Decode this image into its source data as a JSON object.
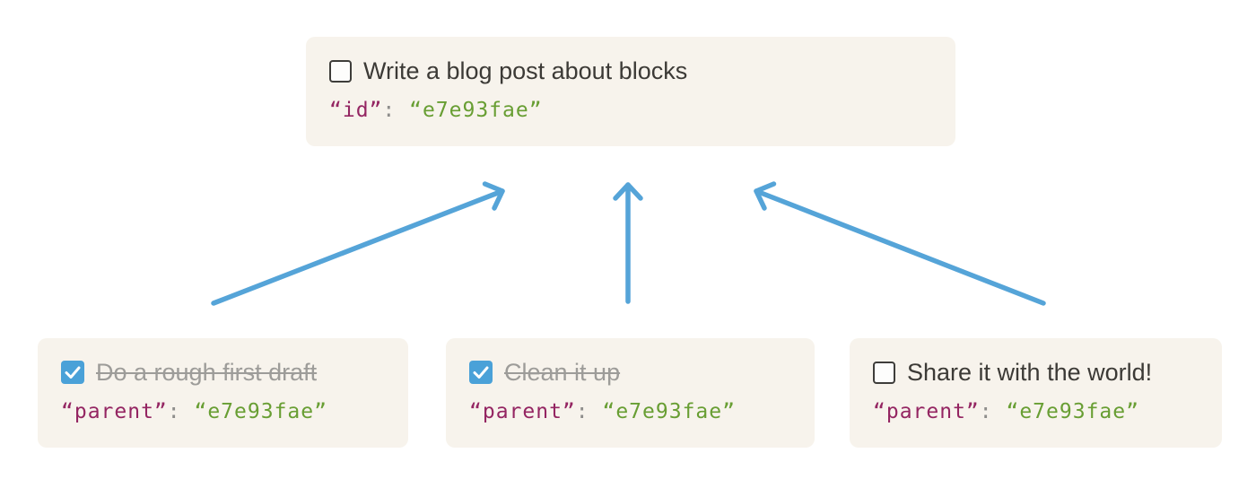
{
  "colors": {
    "page-bg": "#ffffff",
    "card-bg": "#f7f3ec",
    "text": "#3c3a36",
    "done-text": "#9d9c99",
    "checkbox-border": "#3e3d3a",
    "checkbox-blue": "#4aa1d8",
    "arrow": "#55a4d8",
    "code-key": "#942562",
    "code-punct": "#8e8d8b",
    "code-value": "#689e33"
  },
  "parent_card": {
    "title": "Write a blog post about blocks",
    "checked": false,
    "code": {
      "key": "“id”",
      "sep": ": ",
      "value": "“e7e93fae”"
    }
  },
  "children": [
    {
      "title": "Do a rough first draft",
      "checked": true,
      "code": {
        "key": "“parent”",
        "sep": ": ",
        "value": "“e7e93fae”"
      }
    },
    {
      "title": "Clean it up",
      "checked": true,
      "code": {
        "key": "“parent”",
        "sep": ": ",
        "value": "“e7e93fae”"
      }
    },
    {
      "title": "Share it with the world!",
      "checked": false,
      "code": {
        "key": "“parent”",
        "sep": ": ",
        "value": "“e7e93fae”"
      }
    }
  ]
}
